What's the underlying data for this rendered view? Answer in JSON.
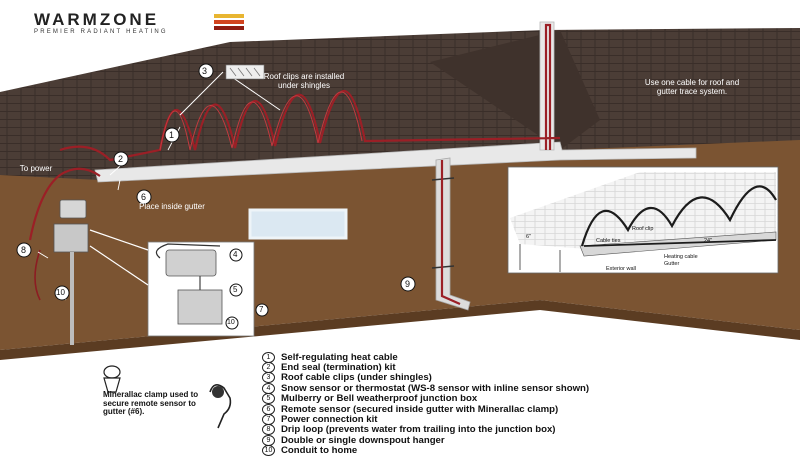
{
  "brand": {
    "name": "WARMZONE",
    "tagline": "PREMIER RADIANT HEATING",
    "stripe_colors": [
      "#e8b531",
      "#d2441f",
      "#8f1c12"
    ]
  },
  "callouts": {
    "roof_clips": "Roof clips are installed under shingles",
    "one_cable": "Use one cable for roof and gutter trace system.",
    "to_power": "To power",
    "place_inside_gutter": "Place inside gutter",
    "clamp_caption": "Minerallac clamp used to secure remote sensor to gutter (#6)."
  },
  "markers": [
    "1",
    "2",
    "3",
    "4",
    "5",
    "6",
    "7",
    "8",
    "9",
    "10"
  ],
  "detail_labels": {
    "roof_clip": "Roof clip",
    "cable_ties": "Cable ties",
    "heating_cable": "Heating cable",
    "gutter": "Gutter",
    "exterior_wall": "Exterior wall",
    "dim_6": "6\"",
    "dim_24": "24\""
  },
  "legend": [
    {
      "num": "1",
      "text": "Self-regulating heat cable"
    },
    {
      "num": "2",
      "text": "End seal (termination) kit"
    },
    {
      "num": "3",
      "text": "Roof cable clips (under shingles)"
    },
    {
      "num": "4",
      "text": "Snow sensor or thermostat (WS-8 sensor with inline sensor shown)"
    },
    {
      "num": "5",
      "text": "Mulberry or Bell weatherproof junction box"
    },
    {
      "num": "6",
      "text": "Remote sensor (secured inside gutter with Minerallac clamp)"
    },
    {
      "num": "7",
      "text": "Power connection kit"
    },
    {
      "num": "8",
      "text": "Drip loop (prevents water from trailing into the junction box)"
    },
    {
      "num": "9",
      "text": "Double or single downspout hanger"
    },
    {
      "num": "10",
      "text": "Conduit to home"
    }
  ],
  "colors": {
    "roof": "#4a3c35",
    "wall": "#7a5331",
    "cable": "#b0252a",
    "gutter": "#e9e9e9"
  }
}
